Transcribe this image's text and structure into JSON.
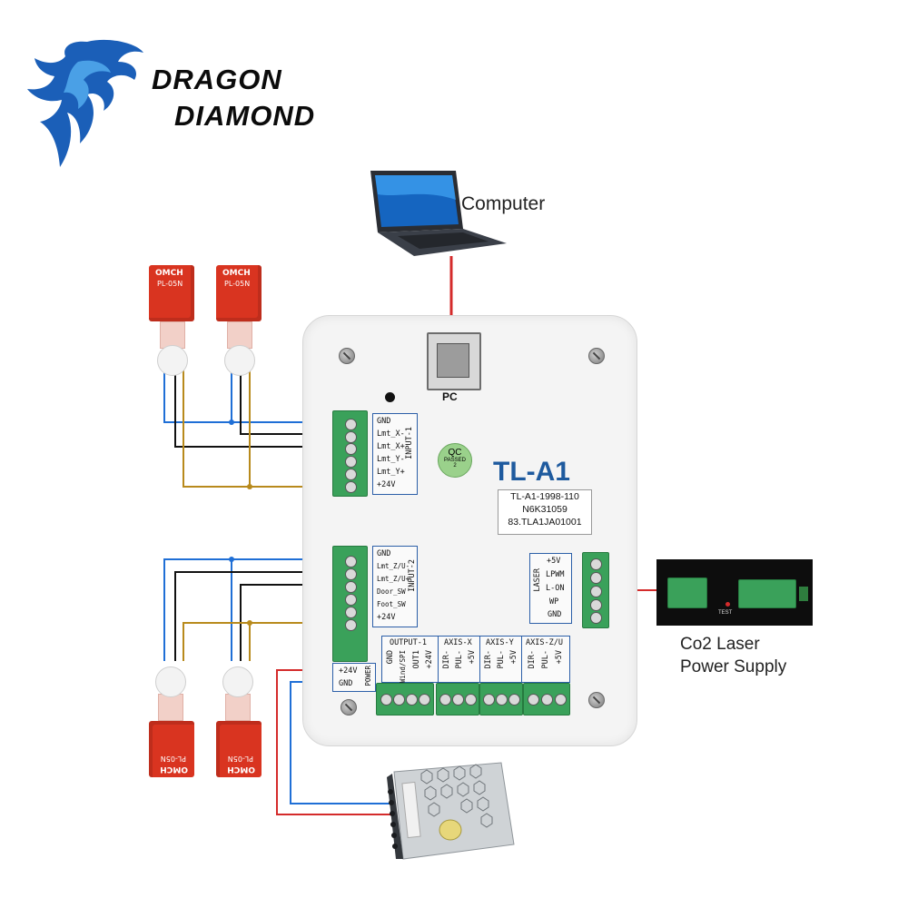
{
  "brand": {
    "line1": "DRAGON",
    "line2": "DIAMOND"
  },
  "computer": {
    "label": "Computer"
  },
  "usb": {
    "label": "PC"
  },
  "board": {
    "model": "TL-A1",
    "sticker_lines": [
      "TL-A1-1998-110",
      "N6K31059",
      "83.TLA1JA01001"
    ],
    "qc": {
      "top": "QC",
      "mid": "PASSED",
      "num": "2"
    }
  },
  "input1": {
    "title": "INPUT-1",
    "pins": [
      "GND",
      "Lmt_X-",
      "Lmt_X+",
      "Lmt_Y-",
      "Lmt_Y+",
      "+24V"
    ]
  },
  "input2": {
    "title": "INPUT-2",
    "pins": [
      "GND",
      "Lmt_Z/U-",
      "Lmt_Z/U+",
      "Door_SW",
      "Foot_SW",
      "+24V"
    ]
  },
  "laser_port": {
    "title": "LASER",
    "pins": [
      "+5V",
      "LPWM",
      "L-ON",
      "WP",
      "GND"
    ]
  },
  "power_port": {
    "title": "POWER",
    "pins": [
      "+24V",
      "GND"
    ]
  },
  "outputs": {
    "output1": {
      "title": "OUTPUT-1",
      "pins": [
        "GND",
        "Wind/SPI",
        "OUT1",
        "+24V"
      ]
    },
    "axis_x": {
      "title": "AXIS-X",
      "pins": [
        "DIR-",
        "PUL-",
        "+5V"
      ]
    },
    "axis_y": {
      "title": "AXIS-Y",
      "pins": [
        "DIR-",
        "PUL-",
        "+5V"
      ]
    },
    "axis_zu": {
      "title": "AXIS-Z/U",
      "pins": [
        "DIR-",
        "PUL-",
        "+5V"
      ]
    }
  },
  "sensor": {
    "brand": "OMCH",
    "model": "PL-05N"
  },
  "laser_supply": {
    "line1": "Co2 Laser",
    "line2": "Power Supply",
    "test": "TEST"
  },
  "colors": {
    "blue_wire": "#1f6fd6",
    "black_wire": "#111111",
    "brown_wire": "#b88a1c",
    "red_wire": "#d42b2b",
    "terminal_green": "#3aa15a",
    "model_blue": "#1e5a9e"
  }
}
